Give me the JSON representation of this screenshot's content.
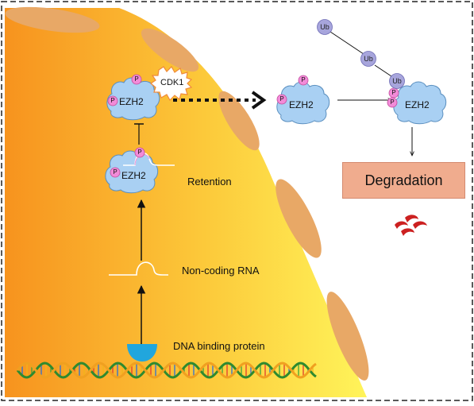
{
  "labels": {
    "cdk1": "CDK1",
    "ezh2": "EZH2",
    "phospho": "P",
    "ubiquitin": "Ub",
    "retention": "Retention",
    "non_coding_rna": "Non-coding RNA",
    "dna_binding_protein": "DNA binding protein",
    "degradation": "Degradation"
  },
  "colors": {
    "cell_gradient_left": "#f7931e",
    "cell_gradient_right": "#fff45a",
    "nuclear_pore": "#e8a866",
    "ezh2_fill": "#a9d0f3",
    "phospho_fill": "#f28bd8",
    "ubiquitin_fill": "#a7a5dc",
    "degradation_fill": "#f0ac8e",
    "dna_binding_protein": "#21a6dd",
    "degraded_fragments": "#cc2020"
  }
}
